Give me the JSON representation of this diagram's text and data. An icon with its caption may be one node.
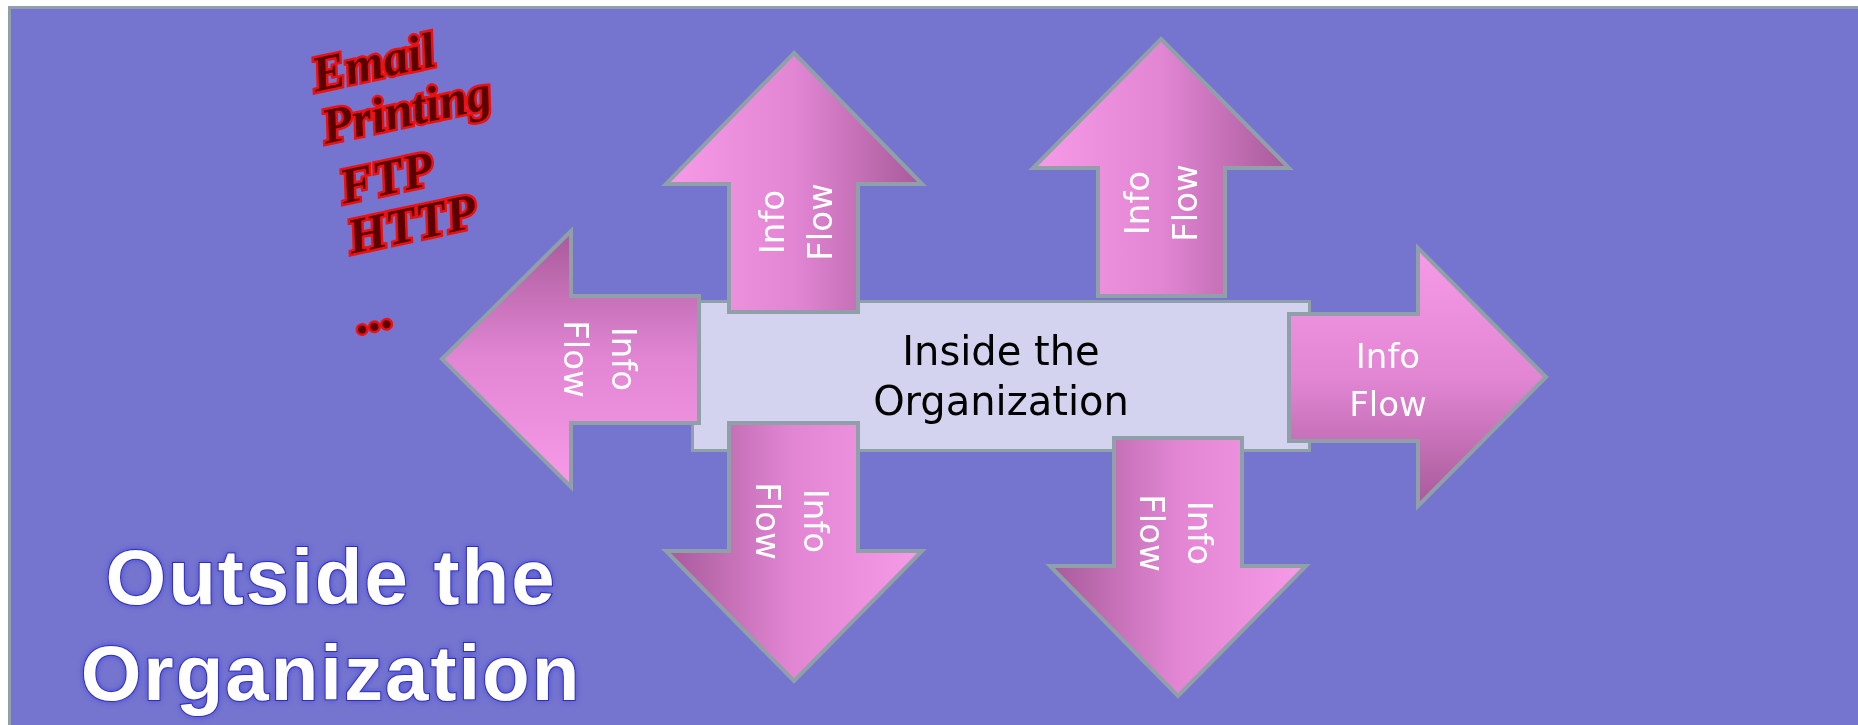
{
  "diagram": {
    "nodes": [
      {
        "text": [
          "Outside the Organization"
        ]
      },
      {
        "text": [
          "Info Flow"
        ],
        "in": 0
      },
      {
        "text": [
          "Info Flow"
        ],
        "in": 0
      },
      {
        "text": [
          "Info Flow"
        ],
        "in": 0
      },
      {
        "text": [
          "Inside the Organization"
        ],
        "in": 0
      },
      {
        "text": [
          "Info Flow"
        ],
        "in": 0
      },
      {
        "text": [
          "Info Flow"
        ],
        "in": 0
      },
      {
        "text": [
          "Info Flow"
        ],
        "in": 0
      }
    ],
    "labels": [
      "Email",
      "Printing",
      "FTP",
      "HTTP",
      "..."
    ]
  }
}
